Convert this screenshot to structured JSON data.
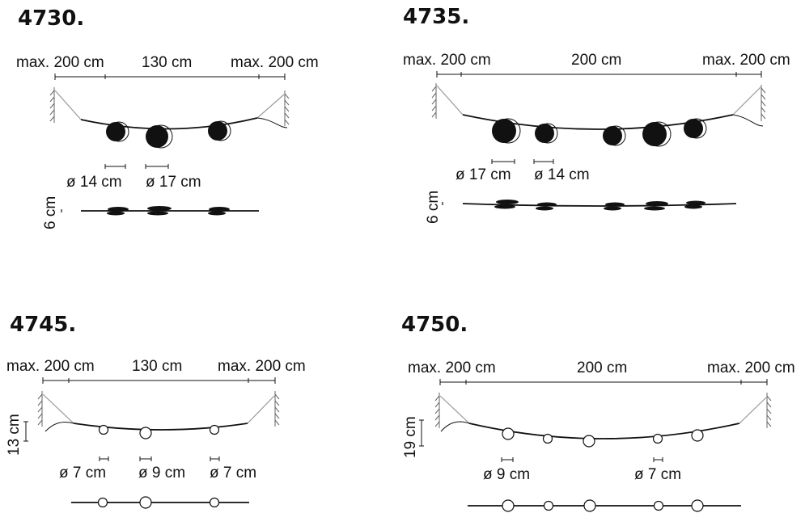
{
  "products": [
    {
      "code": "4730.",
      "dims": {
        "left": "max. 200 cm",
        "center": "130 cm",
        "right": "max. 200 cm"
      },
      "diameters": [
        "ø 14 cm",
        "ø 17 cm"
      ],
      "height": "6 cm"
    },
    {
      "code": "4735.",
      "dims": {
        "left": "max. 200 cm",
        "center": "200 cm",
        "right": "max. 200 cm"
      },
      "diameters": [
        "ø 17 cm",
        "ø 14 cm"
      ],
      "height": "6 cm"
    },
    {
      "code": "4745.",
      "dims": {
        "left": "max. 200 cm",
        "center": "130 cm",
        "right": "max. 200 cm"
      },
      "diameters": [
        "ø 7 cm",
        "ø 9 cm",
        "ø 7 cm"
      ],
      "height": "13 cm"
    },
    {
      "code": "4750.",
      "dims": {
        "left": "max. 200 cm",
        "center": "200 cm",
        "right": "max. 200 cm"
      },
      "diameters": [
        "ø 9 cm",
        "ø 7 cm"
      ],
      "height": "19 cm"
    }
  ]
}
